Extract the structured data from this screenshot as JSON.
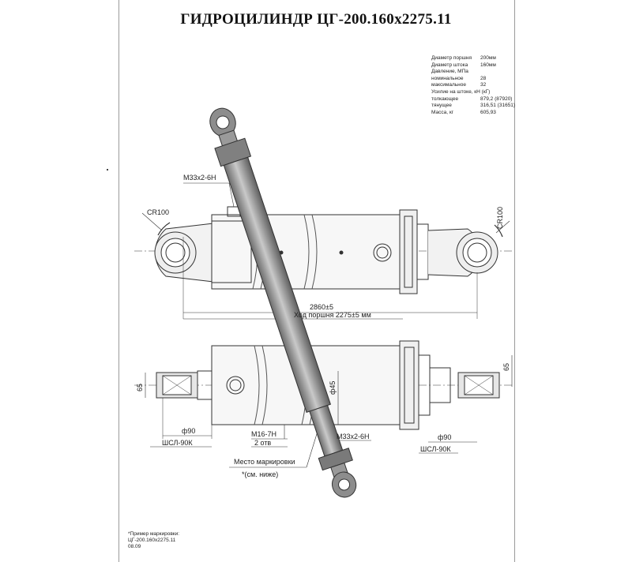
{
  "title": "ГИДРОЦИЛИНДР ЦГ-200.160х2275.11",
  "specs": [
    {
      "label": "Диаметр поршня",
      "value": "200мм"
    },
    {
      "label": "Диаметр штока",
      "value": "160мм"
    },
    {
      "label": "Давление, МПа",
      "value": ""
    },
    {
      "label": "номинальное",
      "value": "28"
    },
    {
      "label": "максимальное",
      "value": "32"
    },
    {
      "label": "Усилие на штоке, кН (кГ)",
      "value": ""
    },
    {
      "label": "толкающее",
      "value": "879,2 (87920)"
    },
    {
      "label": "тянущее",
      "value": "316,51 (31651)"
    },
    {
      "label": "Масса, кг",
      "value": "605,93"
    }
  ],
  "dimensions": {
    "thread_top": "М33х2-6Н",
    "radius_left": "СR100",
    "radius_right": "СR100",
    "length": "2860±5",
    "stroke": "Ход поршня 2275±5 мм",
    "diam_left": "65",
    "diam_right": "65",
    "rod_diam": "ф45",
    "bore_left": "ф90",
    "bore_right": "ф90",
    "bearing_left": "ШСЛ-90К",
    "bearing_right": "ШСЛ-90К",
    "thread_m16": "М16-7Н",
    "holes": "2 отв",
    "thread_bottom": "М33х2-6Н",
    "marking_place": "Место маркировки",
    "marking_note": "*(см. ниже)"
  },
  "footnote": {
    "line1": "*Пример маркировки:",
    "line2": "ЦГ-200.160х2275.11",
    "line3": "08.09"
  }
}
